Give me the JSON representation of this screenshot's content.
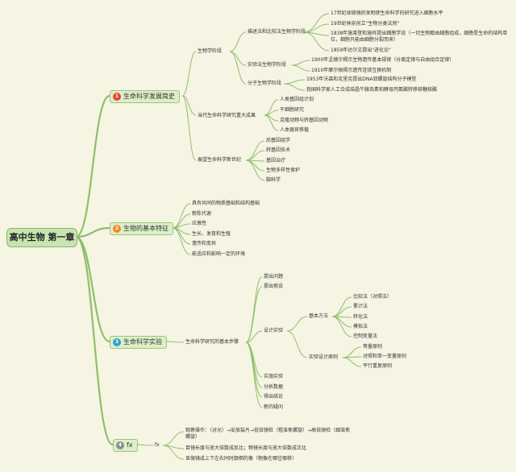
{
  "root": "高中生物 第一章",
  "colors": {
    "background": "#f6f4e3",
    "line": "#8fbf6c",
    "badge1": "#e3462f",
    "badge2": "#f08a24",
    "badge3": "#2a9fd6",
    "badge4": "#8e8e8e"
  },
  "b1": {
    "num": "1",
    "label": "生命科学发展简史",
    "c1": {
      "label": "生物学阶段",
      "g1": {
        "label": "描述法和比较法生物学阶段",
        "items": [
          "17世纪显微镜的发明使生命科学的研究进入细胞水平",
          "19世纪林奈创立\"生物分类法则\"",
          "1838年施莱登和施旺提出细胞学说（一切生物都由细胞组成，细胞是生命的结构单位，细胞只能由细胞分裂而来）",
          "1859年达尔文提出\"进化论\""
        ]
      },
      "g2": {
        "label": "实验法生物学阶段",
        "items": [
          "1900年孟德尔揭示生物遗传基本规律（分离定律与自由组合定律）",
          "1910年摩尔根揭示遗传连锁互换机制"
        ]
      },
      "g3": {
        "label": "分子生物学阶段",
        "items": [
          "1953年沃森和克里克提出DNA双螺旋结构分子模型",
          "我国科学家人工合成结晶牛胰岛素和酵母丙氨酸转移核糖核酸"
        ]
      }
    },
    "c2": {
      "label": "当代生命科学研究重大成果",
      "items": [
        "人类基因组计划",
        "干细胞研究",
        "克隆动物与转基因动物",
        "人体器官移植"
      ]
    },
    "c3": {
      "label": "展望生命科学新世纪",
      "items": [
        "后基因组学",
        "转基因技术",
        "基因治疗",
        "生物多样性保护",
        "脑科学"
      ]
    }
  },
  "b2": {
    "num": "2",
    "label": "生物的基本特征",
    "items": [
      "具有共同的物质基础和结构基础",
      "新陈代谢",
      "应激性",
      "生长、发育和生殖",
      "遗传和变异",
      "能适应和影响一定的环境"
    ]
  },
  "b3": {
    "num": "3",
    "label": "生命科学实验",
    "c1": {
      "label": "生命科学研究的基本步骤",
      "items": [
        "提出问题",
        "提出假设",
        "设计实验",
        "实施实验",
        "分析数据",
        "得出结论",
        "新的疑问"
      ],
      "methods": {
        "label": "基本方法",
        "items": [
          "比较法（对照法）",
          "累计法",
          "转化法",
          "模拟法",
          "控制变量法"
        ]
      },
      "principles": {
        "label": "实验设计原则",
        "items": [
          "等量原则",
          "对照和单一变量原则",
          "平行重复原则"
        ]
      }
    }
  },
  "b4": {
    "num": "4",
    "label": "fx",
    "c1": {
      "label": "fx",
      "items": [
        "观察操作：（对光）→安放装片→低倍镜检（粗准焦螺旋）→高倍镜检（细准焦螺旋）",
        "目镜长度与放大倍数成反比；物镜长度与放大倍数成正比",
        "显微镜成上下左右同时颠倒的像（物像在哪往哪移）"
      ]
    }
  }
}
